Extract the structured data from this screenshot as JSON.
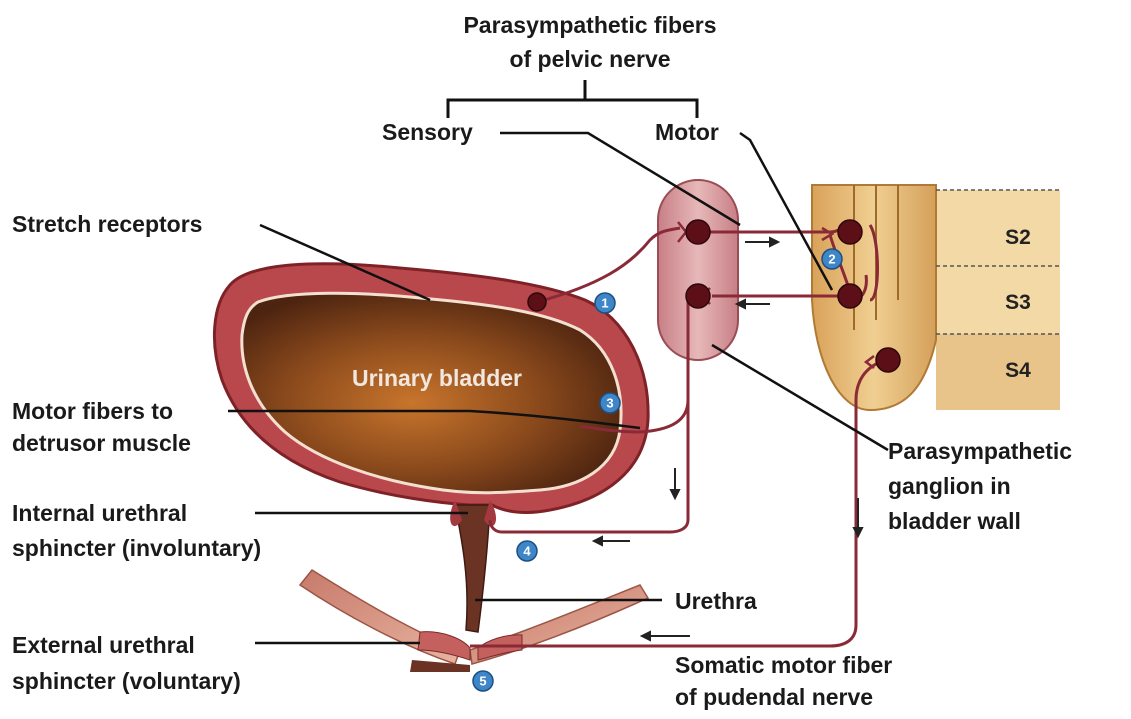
{
  "labels": {
    "title_line1": "Parasympathetic fibers",
    "title_line2": "of pelvic nerve",
    "sensory": "Sensory",
    "motor": "Motor",
    "stretch_receptors": "Stretch receptors",
    "urinary_bladder": "Urinary bladder",
    "motor_fibers_line1": "Motor fibers to",
    "motor_fibers_line2": "detrusor muscle",
    "internal_line1": "Internal urethral",
    "internal_line2": "sphincter (involuntary)",
    "external_line1": "External urethral",
    "external_line2": "sphincter (voluntary)",
    "urethra": "Urethra",
    "ganglion_line1": "Parasympathetic",
    "ganglion_line2": "ganglion in",
    "ganglion_line3": "bladder wall",
    "somatic_line1": "Somatic motor fiber",
    "somatic_line2": "of pudendal nerve"
  },
  "spinal_segments": [
    "S2",
    "S3",
    "S4"
  ],
  "steps": [
    "1",
    "2",
    "3",
    "4",
    "5"
  ],
  "colors": {
    "nerve": "#8a2a36",
    "neuron_body": "#5c0f17",
    "step_badge": "#3e86c7",
    "bladder_wall": "#b8484e",
    "bladder_lumen": "#8a4a1e",
    "ganglion": "#d9a0a0",
    "spinal_cord": "#e6bd7a",
    "leader_line": "#111111"
  }
}
